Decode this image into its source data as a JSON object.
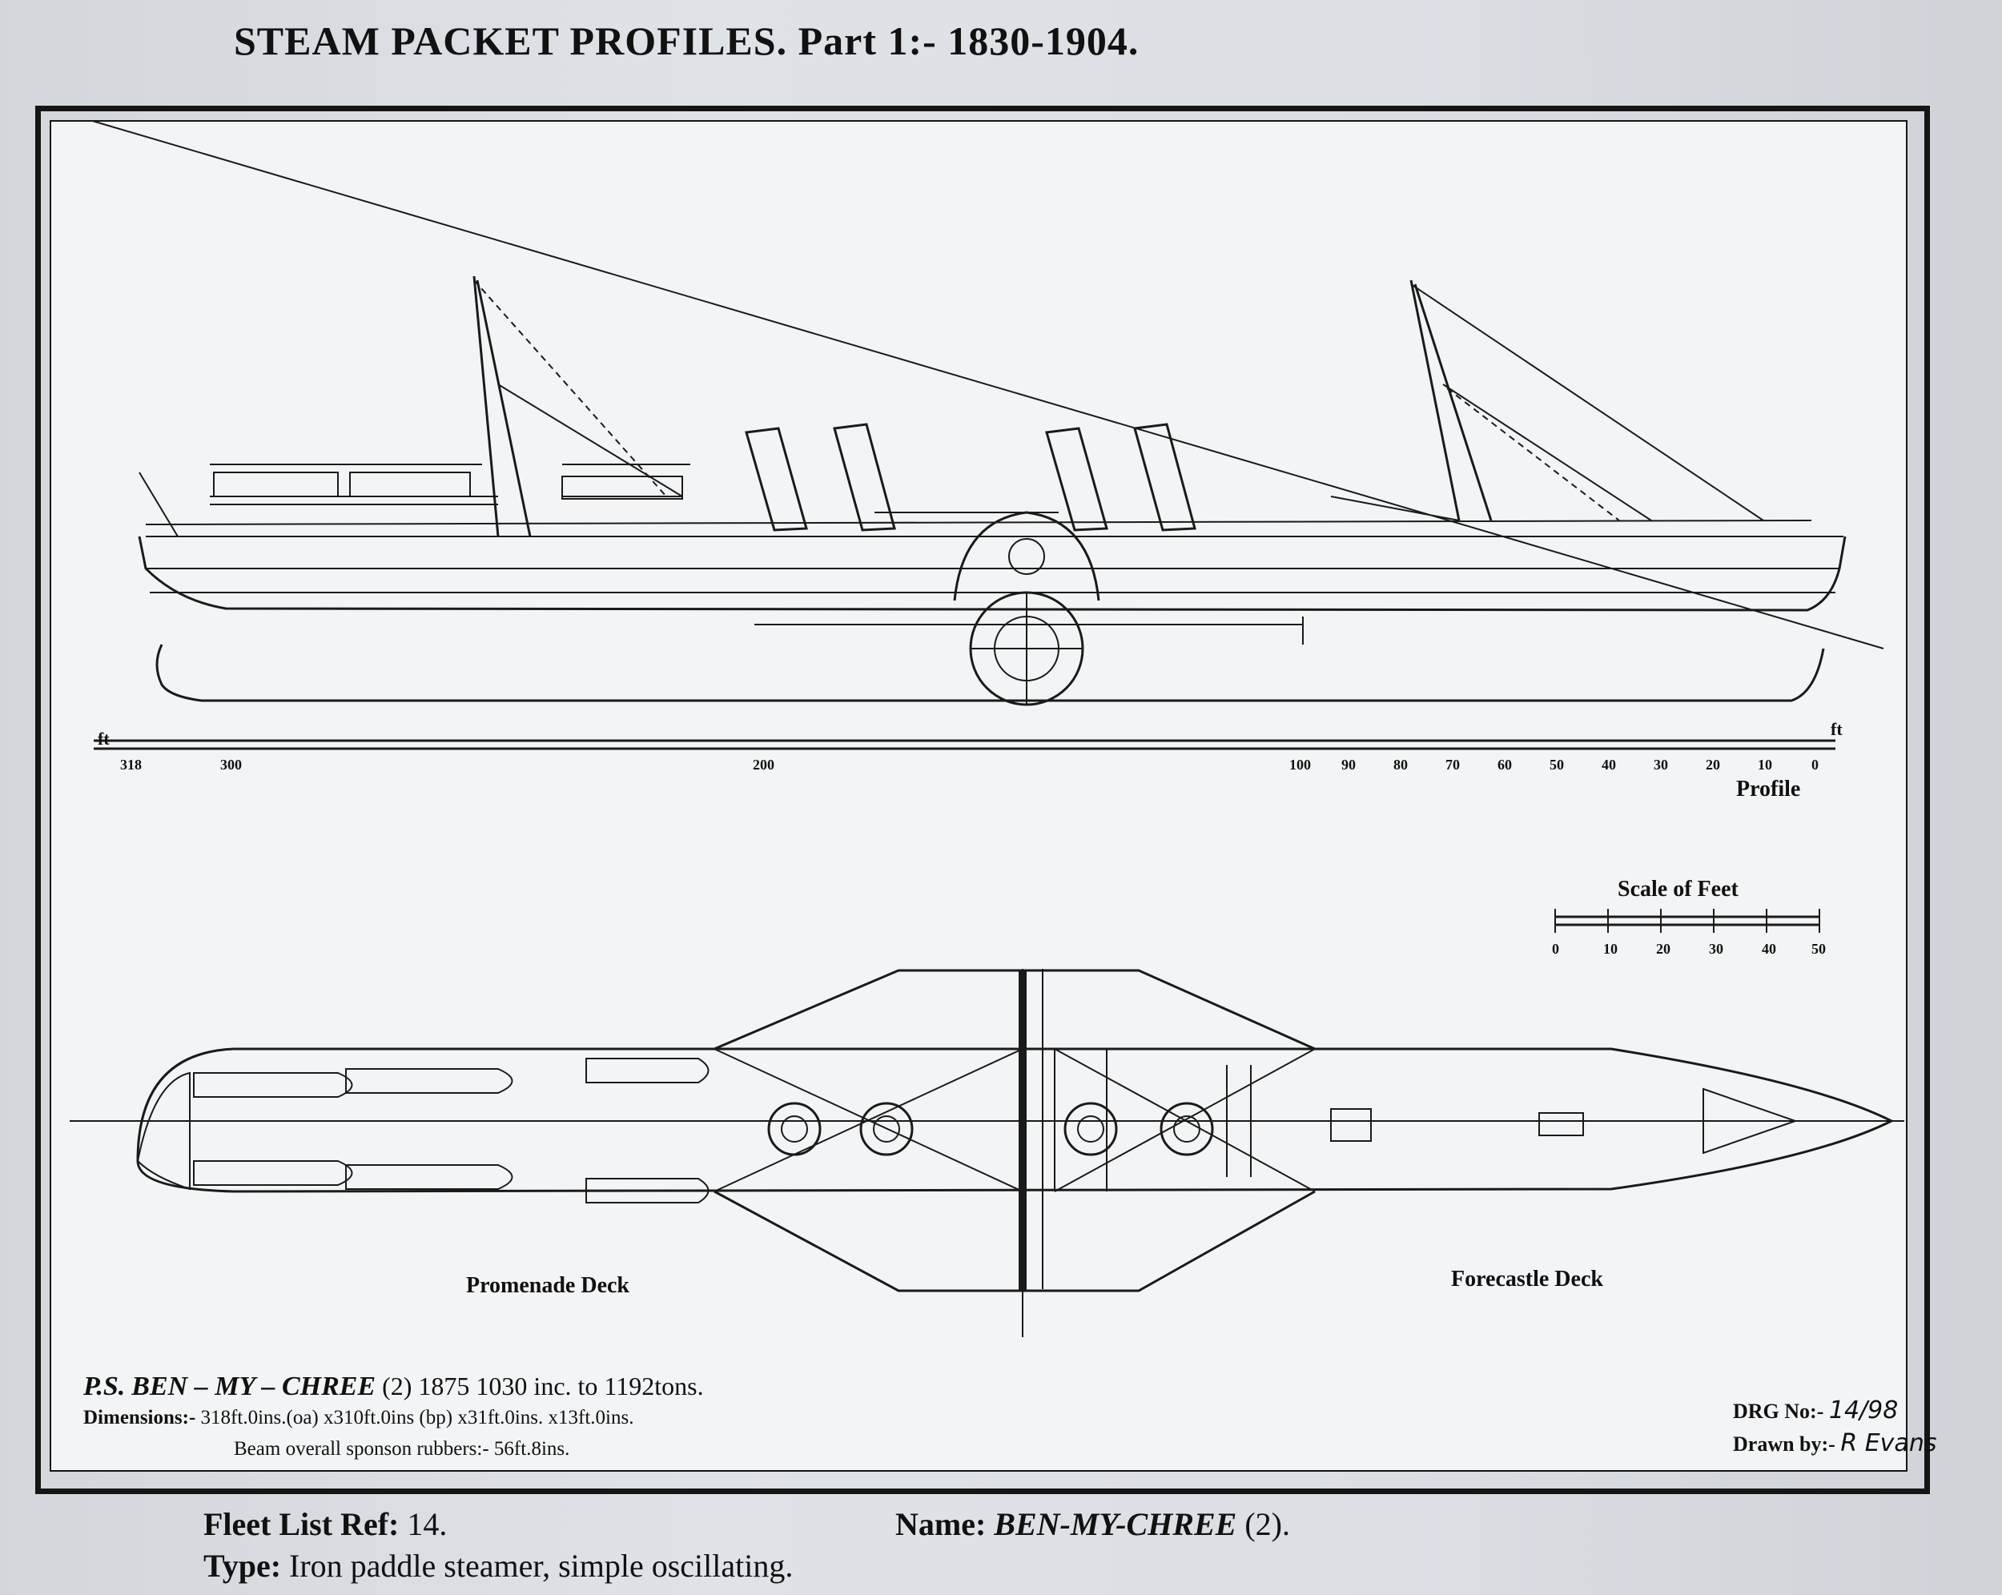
{
  "header": {
    "title": "STEAM PACKET PROFILES. Part 1:- 1830-1904."
  },
  "drawing": {
    "profile_label": "Profile",
    "scale_unit": "ft",
    "scale_ticks": [
      "318",
      "300",
      "200",
      "100",
      "90",
      "80",
      "70",
      "60",
      "50",
      "40",
      "30",
      "20",
      "10",
      "0"
    ],
    "scale_of_feet_label": "Scale of Feet",
    "scale_of_feet_ticks": [
      "0",
      "10",
      "20",
      "30",
      "40",
      "50"
    ],
    "promenade_label": "Promenade Deck",
    "forecastle_label": "Forecastle Deck"
  },
  "caption": {
    "prefix": "P.S.",
    "ship_name": "BEN – MY – CHREE",
    "number": "(2)",
    "year_tonnage": "1875  1030 inc. to 1192tons.",
    "dimensions_label": "Dimensions:-",
    "dimensions_value": "318ft.0ins.(oa) x310ft.0ins (bp) x31ft.0ins. x13ft.0ins.",
    "beam_text": "Beam overall sponson rubbers:- 56ft.8ins.",
    "drg_label": "DRG No:-",
    "drg_value": "14/98",
    "drawn_by_label": "Drawn by:-",
    "drawn_by_value": "R Evans"
  },
  "footer": {
    "fleet_ref_label": "Fleet List Ref:",
    "fleet_ref_value": "14.",
    "name_label": "Name:",
    "name_value": "BEN-MY-CHREE",
    "name_number": "(2).",
    "type_label": "Type:",
    "type_value": "Iron paddle steamer, simple oscillating."
  }
}
